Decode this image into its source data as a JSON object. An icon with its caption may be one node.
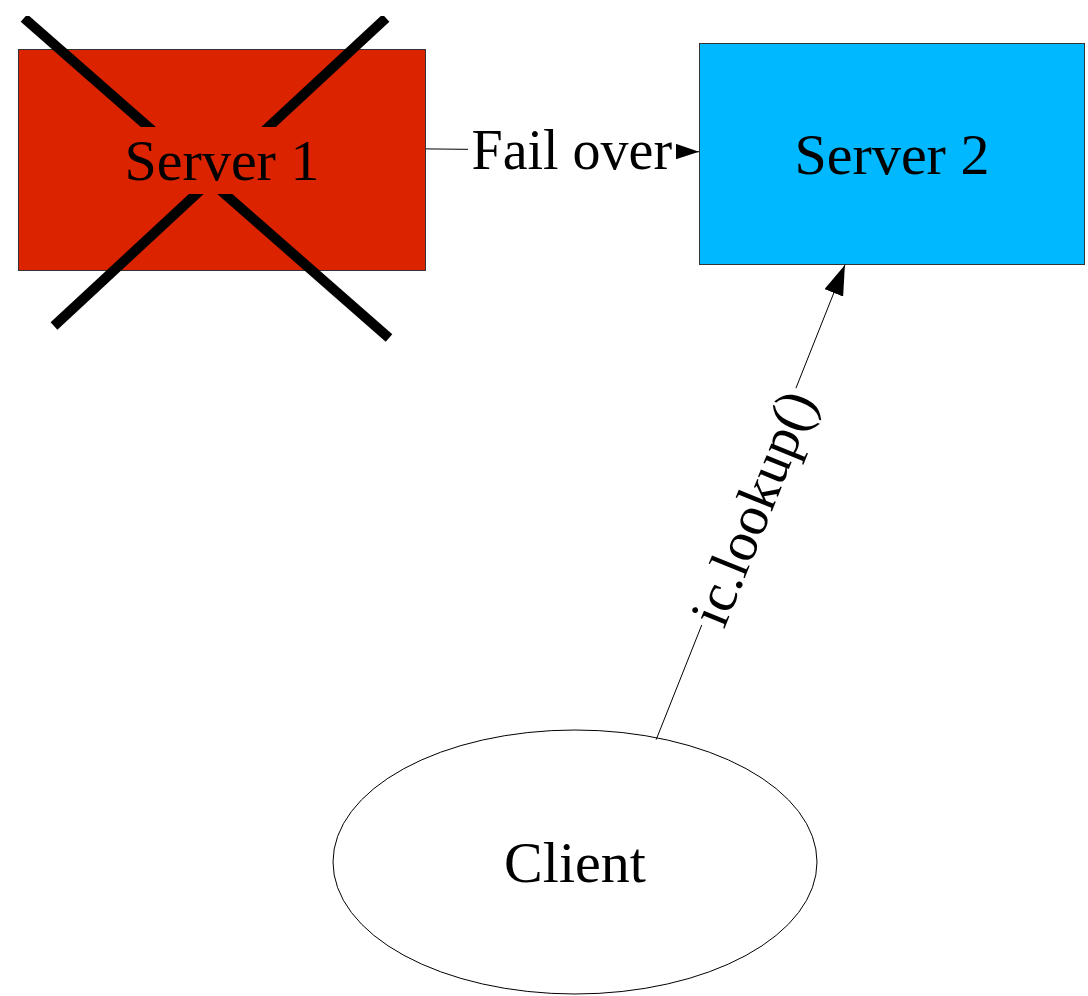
{
  "diagram": {
    "nodes": [
      {
        "text": [
          "Server 1"
        ]
      },
      {
        "text": [
          "Server 2"
        ]
      },
      {
        "text": [
          "Client"
        ]
      }
    ],
    "edges": [
      {
        "from": 0,
        "to": 1,
        "arrow": "to",
        "label": "Fail over"
      },
      {
        "from": 2,
        "to": 1,
        "arrow": "to",
        "label": "ic.lookup()"
      }
    ]
  }
}
